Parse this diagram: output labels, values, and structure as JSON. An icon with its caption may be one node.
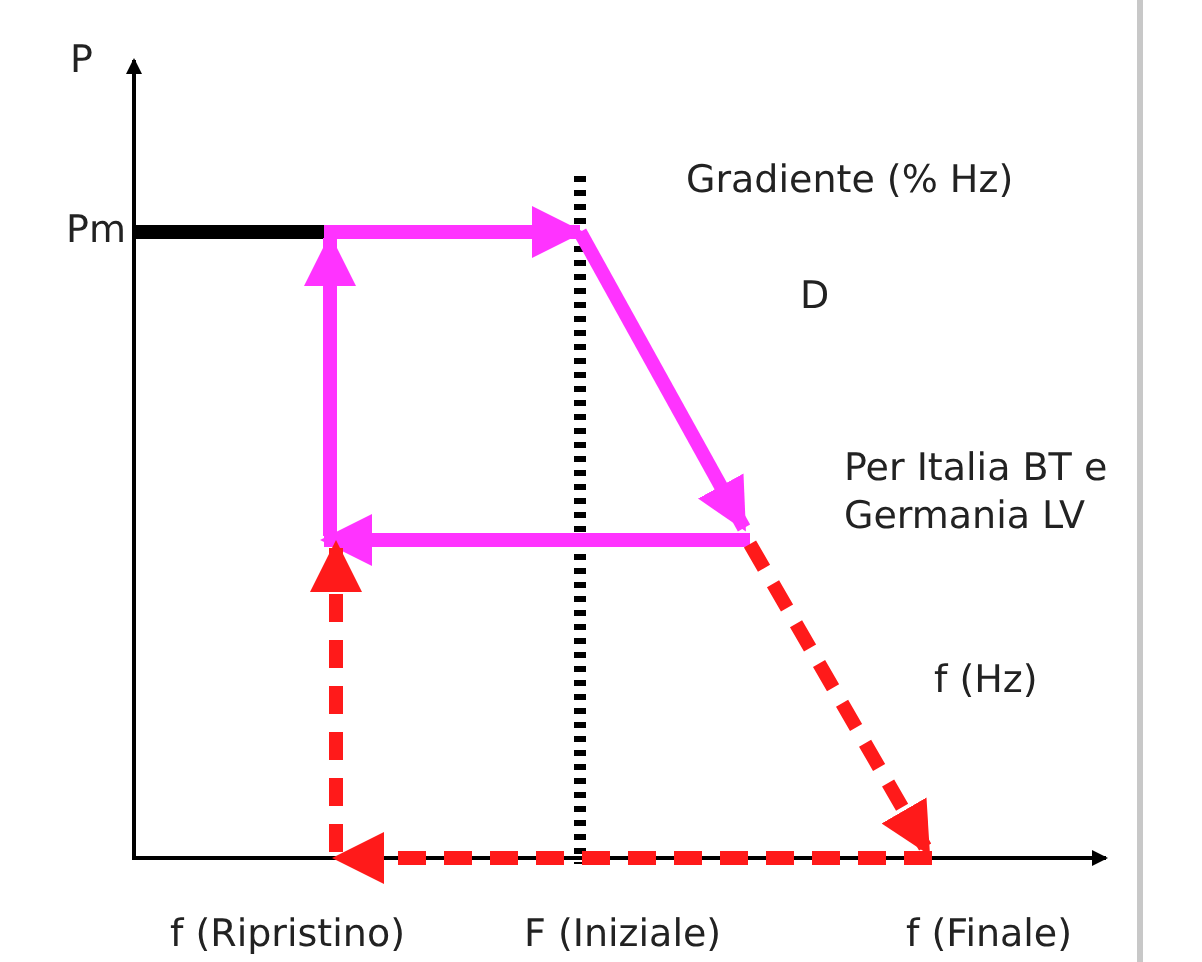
{
  "diagram": {
    "labels": [
      "P",
      "Pm",
      "Gradiente (% Hz)",
      "D",
      "Per Italia BT e Germania LV",
      "f (Hz)",
      "f (Ripristino)",
      "F (Iniziale)",
      "f (Finale)"
    ]
  }
}
